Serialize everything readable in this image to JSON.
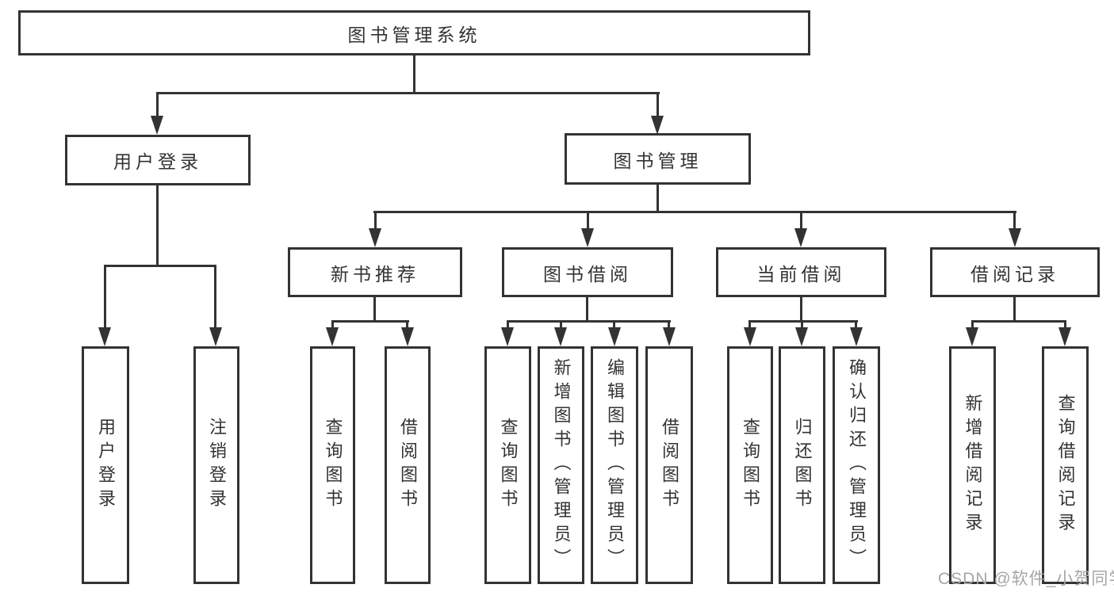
{
  "tree": {
    "root": {
      "label": "图书管理系统"
    },
    "children": [
      {
        "label": "用户登录",
        "children": [
          {
            "label": "用户登录"
          },
          {
            "label": "注销登录"
          }
        ]
      },
      {
        "label": "图书管理",
        "children": [
          {
            "label": "新书推荐",
            "children": [
              {
                "label": "查询图书"
              },
              {
                "label": "借阅图书"
              }
            ]
          },
          {
            "label": "图书借阅",
            "children": [
              {
                "label": "查询图书"
              },
              {
                "label": "新增图书（管理员）"
              },
              {
                "label": "编辑图书（管理员）"
              },
              {
                "label": "借阅图书"
              }
            ]
          },
          {
            "label": "当前借阅",
            "children": [
              {
                "label": "查询图书"
              },
              {
                "label": "归还图书"
              },
              {
                "label": "确认归还（管理员）"
              }
            ]
          },
          {
            "label": "借阅记录",
            "children": [
              {
                "label": "新增借阅记录"
              },
              {
                "label": "查询借阅记录"
              }
            ]
          }
        ]
      }
    ]
  },
  "watermark": {
    "text": "CSDN @软件_小贺同学"
  },
  "colors": {
    "line": "#333333",
    "text": "#333333",
    "background": "#ffffff",
    "watermark": "#a6a6a6"
  }
}
